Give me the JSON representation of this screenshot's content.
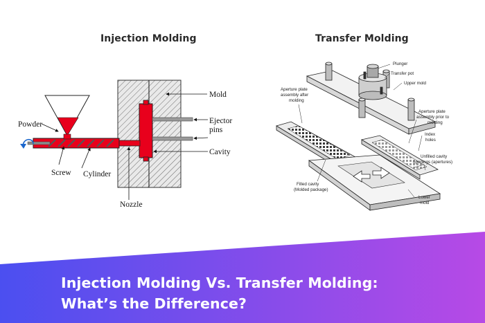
{
  "headings": {
    "injection": "Injection Molding",
    "transfer": "Transfer Molding"
  },
  "injection_labels": {
    "powder": "Powder",
    "screw": "Screw",
    "cylinder": "Cylinder",
    "nozzle": "Nozzle",
    "mold": "Mold",
    "ejector_1": "Ejector",
    "ejector_2": "pins",
    "cavity": "Cavity"
  },
  "transfer_labels": {
    "plunger": "Plunger",
    "transfer_pot": "Transfer pot",
    "upper_mold": "Upper mold",
    "aperture_after_1": "Aperture plate",
    "aperture_after_2": "assembly after",
    "aperture_after_3": "molding",
    "aperture_prior_1": "Aperture plate",
    "aperture_prior_2": "assembly prior to",
    "aperture_prior_3": "molding",
    "index_1": "Index",
    "index_2": "holes",
    "unfilled_1": "Unfilled cavity",
    "unfilled_2": "openings (apertures)",
    "filled_1": "Filled cavity",
    "filled_2": "(Molded package)",
    "lower_1": "Lower",
    "lower_2": "mold"
  },
  "banner": {
    "line1": "Injection Molding Vs. Transfer Molding:",
    "line2": "What’s the Difference?"
  },
  "colors": {
    "melt_red": "#e8001c",
    "banner_start": "#4b4ff0",
    "banner_end": "#b74ae6",
    "text_dark": "#2a2a2a"
  }
}
